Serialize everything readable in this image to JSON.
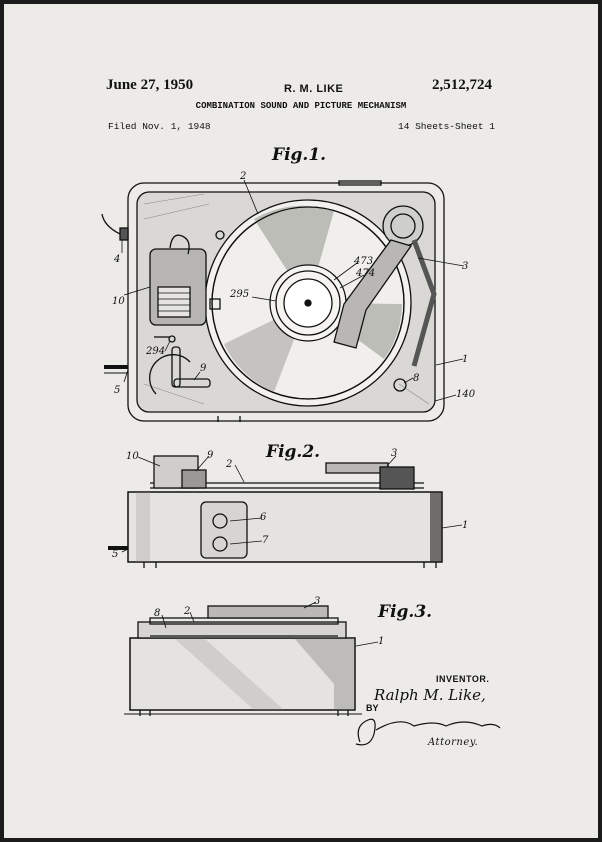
{
  "patent": {
    "date": "June 27, 1950",
    "inventor_short": "R. M. LIKE",
    "number": "2,512,724",
    "title": "COMBINATION SOUND AND PICTURE MECHANISM",
    "filed": "Filed Nov. 1, 1948",
    "sheets": "14 Sheets-Sheet 1"
  },
  "figures": {
    "fig1": "Fig.1.",
    "fig2": "Fig.2.",
    "fig3": "Fig.3."
  },
  "refs": {
    "r1": "1",
    "r2": "2",
    "r3": "3",
    "r4": "4",
    "r5": "5",
    "r6": "6",
    "r7": "7",
    "r8": "8",
    "r9": "9",
    "r10": "10",
    "r140": "140",
    "r294": "294",
    "r295": "295",
    "r473": "473",
    "r474": "474"
  },
  "signature": {
    "inventor_label": "INVENTOR.",
    "inventor_name": "Ralph M. Like,",
    "by": "BY",
    "attorney_label": "Attorney."
  },
  "colors": {
    "paper": "#ecebe8",
    "ink": "#111111",
    "frame": "#1b1b1b"
  }
}
